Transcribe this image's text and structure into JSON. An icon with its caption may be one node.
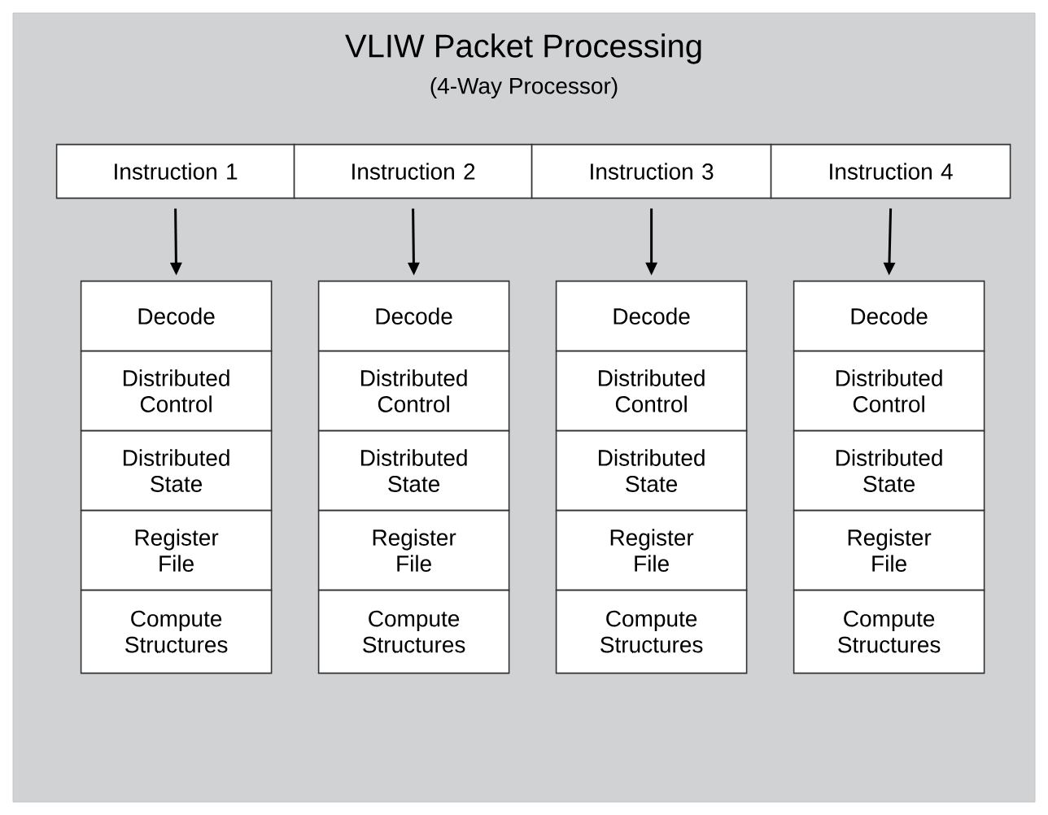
{
  "diagram": {
    "nodes": [
      {
        "text": [
          "VLIW Packet Processing",
          "(4-Way Processor)"
        ]
      },
      {
        "text": [
          "Instruction 1"
        ],
        "in": 0
      },
      {
        "text": [
          "Instruction 2"
        ],
        "in": 0
      },
      {
        "text": [
          "Instruction 3"
        ],
        "in": 0
      },
      {
        "text": [
          "Instruction 4"
        ],
        "in": 0
      },
      {
        "text": [
          "Decode"
        ],
        "in": 0
      },
      {
        "text": [
          "Distributed Control"
        ],
        "in": 0
      },
      {
        "text": [
          "Distributed State"
        ],
        "in": 0
      },
      {
        "text": [
          "Register File"
        ],
        "in": 0
      },
      {
        "text": [
          "Compute Structures"
        ],
        "in": 0
      },
      {
        "text": [
          "Decode"
        ],
        "in": 0
      },
      {
        "text": [
          "Distributed Control"
        ],
        "in": 0
      },
      {
        "text": [
          "Distributed State"
        ],
        "in": 0
      },
      {
        "text": [
          "Register File"
        ],
        "in": 0
      },
      {
        "text": [
          "Compute Structures"
        ],
        "in": 0
      },
      {
        "text": [
          "Decode"
        ],
        "in": 0
      },
      {
        "text": [
          "Distributed Control"
        ],
        "in": 0
      },
      {
        "text": [
          "Distributed State"
        ],
        "in": 0
      },
      {
        "text": [
          "Register File"
        ],
        "in": 0
      },
      {
        "text": [
          "Compute Structures"
        ],
        "in": 0
      },
      {
        "text": [
          "Decode"
        ],
        "in": 0
      },
      {
        "text": [
          "Distributed Control"
        ],
        "in": 0
      },
      {
        "text": [
          "Distributed State"
        ],
        "in": 0
      },
      {
        "text": [
          "Register File"
        ],
        "in": 0
      },
      {
        "text": [
          "Compute Structures"
        ],
        "in": 0
      }
    ],
    "edges": [
      {
        "from": 1,
        "to": 5,
        "arrow": "to"
      },
      {
        "from": 2,
        "to": 10,
        "arrow": "to"
      },
      {
        "from": 3,
        "to": 15,
        "arrow": "to"
      },
      {
        "from": 4,
        "to": 20,
        "arrow": "to"
      }
    ]
  }
}
